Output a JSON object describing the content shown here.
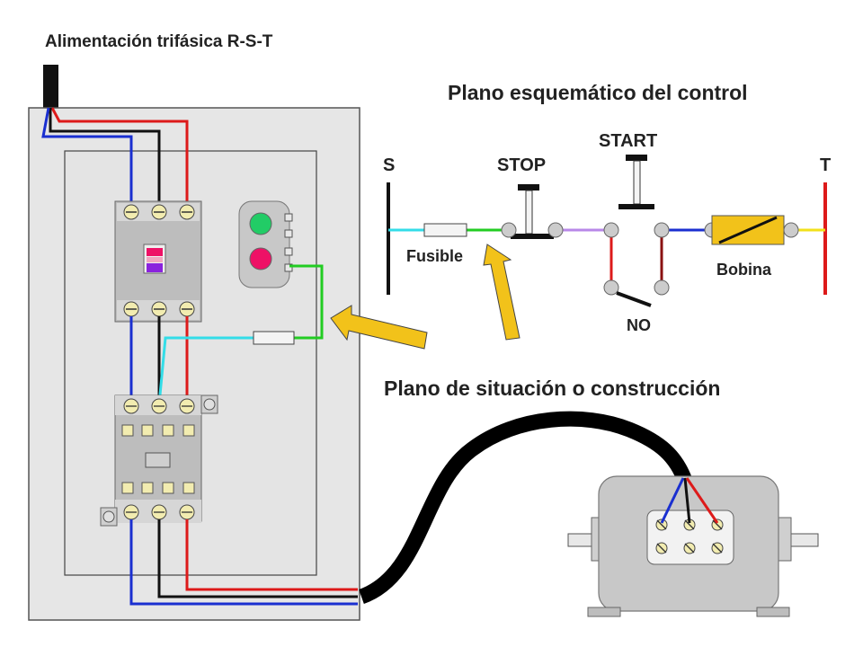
{
  "labels": {
    "supply": "Alimentación trifásica R-S-T",
    "control_title": "Plano esquemático del control",
    "situation_title": "Plano de situación o construcción",
    "s": "S",
    "t": "T",
    "stop": "STOP",
    "start": "START",
    "fuse": "Fusible",
    "coil": "Bobina",
    "no": "NO"
  },
  "colors": {
    "phase_r": "#dd1a1a",
    "phase_s": "#111111",
    "phase_t": "#1a2fd0",
    "fuse_wire": "#33dde8",
    "control_wire": "#22cc22",
    "arrow": "#f2c21a",
    "coil": "#f2c21a",
    "panel": "#e6e6e6",
    "button_green": "#22cc66",
    "button_red": "#ee1166"
  }
}
